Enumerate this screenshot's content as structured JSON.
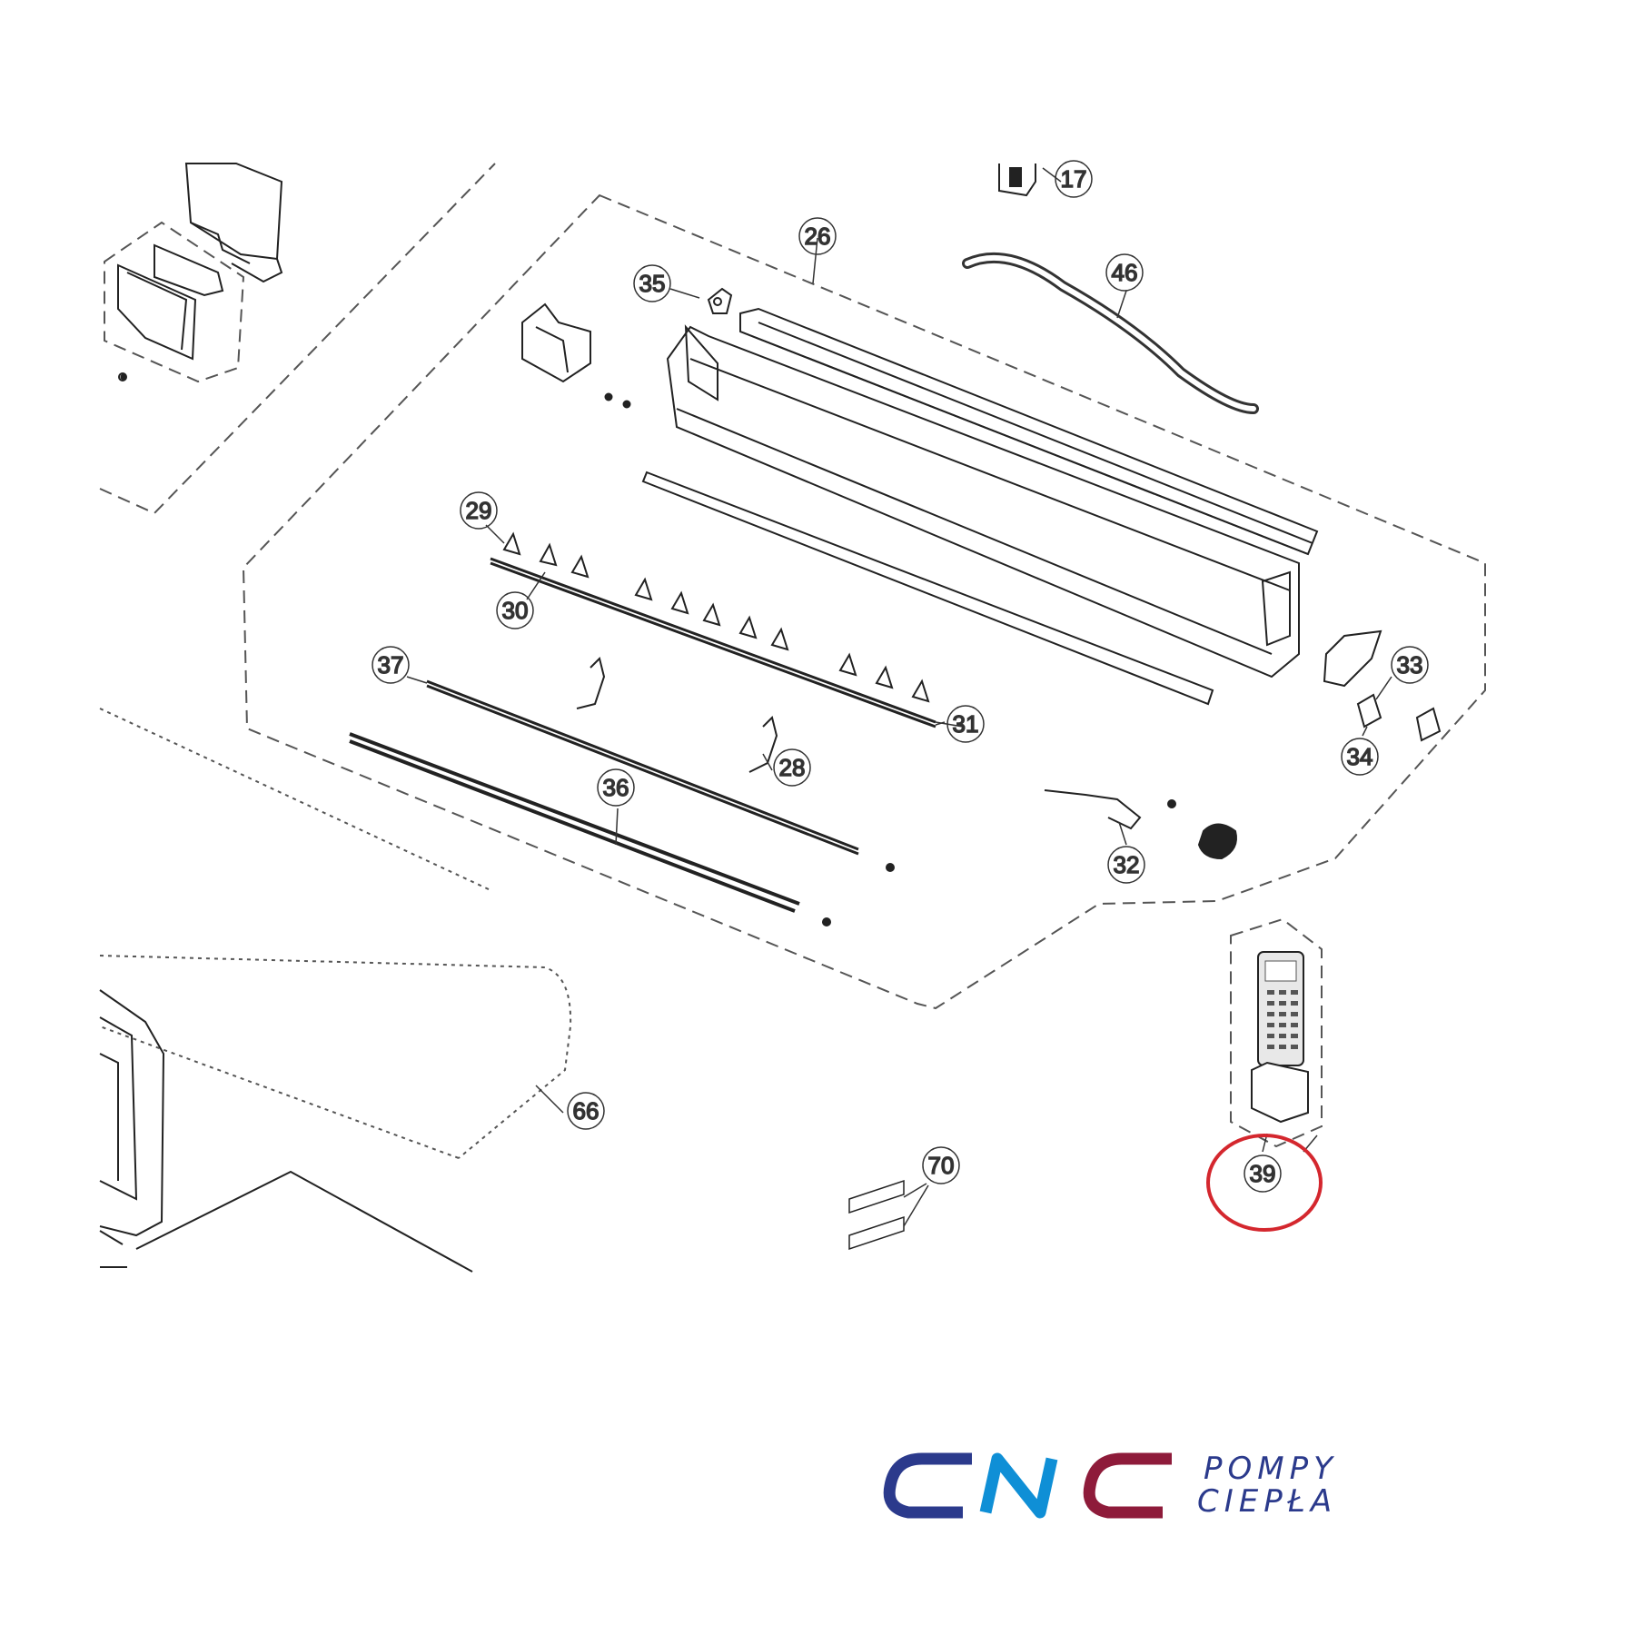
{
  "callouts": [
    {
      "id": "17",
      "label": "17"
    },
    {
      "id": "26",
      "label": "26"
    },
    {
      "id": "35",
      "label": "35"
    },
    {
      "id": "46",
      "label": "46"
    },
    {
      "id": "29",
      "label": "29"
    },
    {
      "id": "30",
      "label": "30"
    },
    {
      "id": "37",
      "label": "37"
    },
    {
      "id": "31",
      "label": "31"
    },
    {
      "id": "28",
      "label": "28"
    },
    {
      "id": "36",
      "label": "36"
    },
    {
      "id": "33",
      "label": "33"
    },
    {
      "id": "34",
      "label": "34"
    },
    {
      "id": "32",
      "label": "32"
    },
    {
      "id": "66",
      "label": "66"
    },
    {
      "id": "70",
      "label": "70"
    },
    {
      "id": "39",
      "label": "39",
      "highlighted": true
    }
  ],
  "highlight": {
    "target": "39",
    "color": "#d4272e"
  },
  "logo": {
    "brand": "CNC",
    "line1": "POMPY",
    "line2": "CIEPŁA",
    "colors": {
      "c1": "#2b3a8c",
      "n": "#0f8fd6",
      "c2": "#8e1b3a",
      "text": "#2b3a8c"
    }
  },
  "colors": {
    "line": "#333333",
    "dash": "#555555",
    "part": "#222222"
  }
}
